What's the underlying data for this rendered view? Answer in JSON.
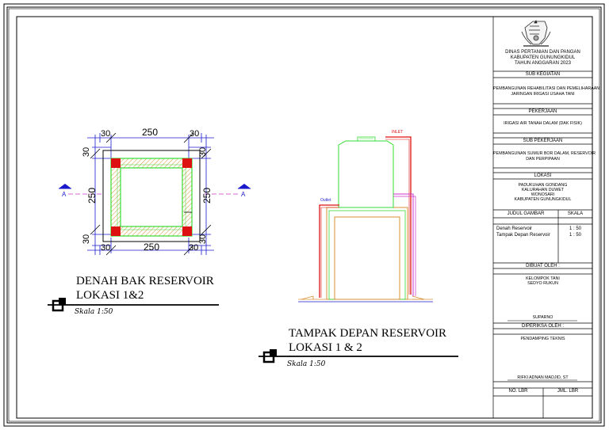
{
  "title_block": {
    "agency_line1": "DINAS PERTANIAN DAN PANGAN",
    "agency_line2": "KABUPATEN GUNUNGKIDUL",
    "agency_line3": "TAHUN ANGGARAN 2023",
    "sub_kegiatan_header": "SUB KEGIATAN",
    "sub_kegiatan_line1": "PEMBANGUNAN REHABILITASI DAN PEMELIHARAAN",
    "sub_kegiatan_line2": "JARINGAN IRIGASI USAHA TANI",
    "pekerjaan_header": "PEKERJAAN",
    "pekerjaan_value": "IRIGASI AIR TANAH DALAM (DAK FISIK)",
    "sub_pekerjaan_header": "SUB PEKERJAAN",
    "sub_pekerjaan_line1": "PEMBANGUNAN SUMUR BOR DALAM, RESERVOIR",
    "sub_pekerjaan_line2": "DAN PERPIPAAN",
    "lokasi_header": "LOKASI",
    "lokasi_line1": "PADUKUHAN GONDANG",
    "lokasi_line2": "KALURAHAN DUWET",
    "lokasi_line3": "WONOSARI",
    "lokasi_line4": "KABUPATEN GUNUNGKIDUL",
    "judul_header": "JUDUL GAMBAR",
    "skala_header": "SKALA",
    "drawings": [
      {
        "name": "Denah Reservoir",
        "scale": "1 : 50"
      },
      {
        "name": "Tampak Depan Reservoir",
        "scale": "1 : 50"
      }
    ],
    "dibuat_header": "DIBUAT OLEH :",
    "dibuat_line1": "KELOMPOK TANI",
    "dibuat_line2": "SEDYO RUKUN",
    "dibuat_sign": "SUPARNO",
    "diperiksa_header": "DIPERIKSA OLEH :",
    "diperiksa_value": "PENDAMPING TEKNIS",
    "diperiksa_sign": "RIFKI ADNAN MADJID, ST",
    "no_lbr": "NO. LBR",
    "jml_lbr": "JML. LBR"
  },
  "plan": {
    "title_line1": "DENAH BAK RESERVOIR",
    "title_line2": "LOKASI 1&2",
    "scale": "Skala 1:50",
    "dim_top_left": "30",
    "dim_top_mid": "250",
    "dim_top_right": "30",
    "dim_bottom_left": "30",
    "dim_bottom_mid": "250",
    "dim_bottom_right": "30",
    "dim_left_top": "30",
    "dim_left_mid": "250",
    "dim_left_bottom": "30",
    "dim_right_top": "30",
    "dim_right_mid": "250",
    "dim_right_bottom": "30",
    "section_mark": "A"
  },
  "elevation": {
    "title_line1": "TAMPAK DEPAN RESERVOIR",
    "title_line2": "LOKASI 1 & 2",
    "scale": "Skala 1:50",
    "inlet_label": "INLET",
    "outlet_label": "Outlet"
  },
  "colors": {
    "wall_green": "#33dd33",
    "column_red": "#dd1111",
    "pipe_magenta": "#cc33cc",
    "dim_blue": "#1a1acc",
    "hatch_orange": "#d89030"
  }
}
